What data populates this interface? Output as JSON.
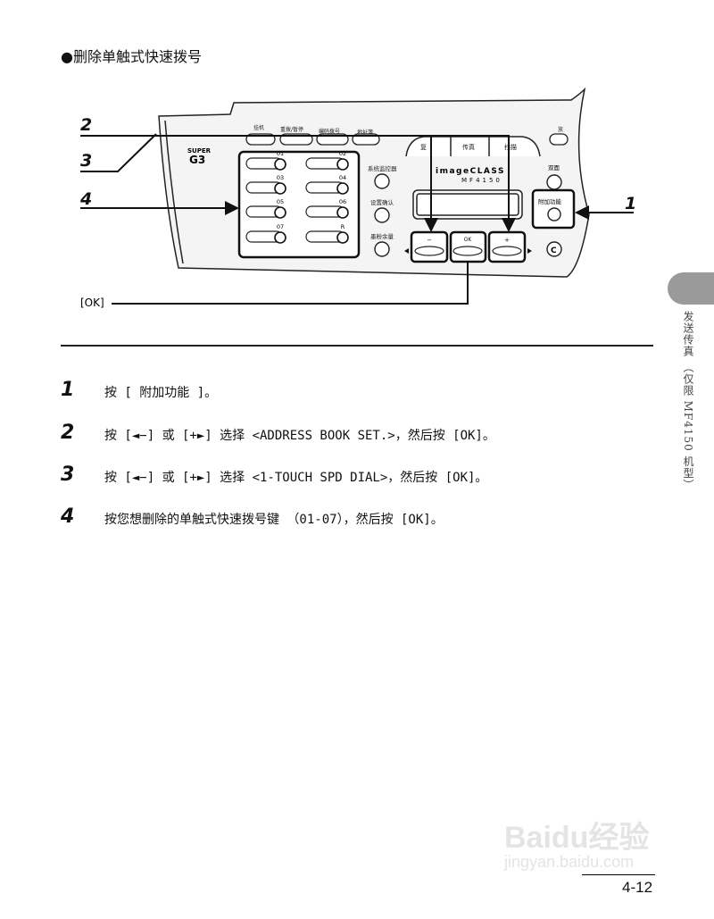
{
  "heading": "●删除单触式快速拨号",
  "diagram": {
    "callouts": {
      "c1": "1",
      "c2": "2",
      "c3": "3",
      "c4": "4",
      "ok": "[OK]"
    },
    "top_keys": [
      "挂机",
      "重拨/暂停",
      "编码拨号",
      "地址簿"
    ],
    "mode_tabs": [
      "复",
      "传真",
      "扫描"
    ],
    "zoom_label": "放",
    "logo_super": "SUPER",
    "logo_g3": "G3",
    "speed_dial": [
      "01",
      "02",
      "03",
      "04",
      "05",
      "06",
      "07",
      "R"
    ],
    "middle_keys": [
      "系统监控器",
      "设置确认",
      "墨粉余量"
    ],
    "brand": "imageCLASS",
    "model": "MF4150",
    "nav_keys": {
      "minus": "−",
      "ok": "OK",
      "plus": "+"
    },
    "duplex": "双面",
    "extra_func": "附加功能",
    "clear": "C"
  },
  "steps": [
    {
      "num": "1",
      "text": "按 [ 附加功能 ]。"
    },
    {
      "num": "2",
      "text": "按 [◄−] 或 [+►] 选择 <ADDRESS BOOK SET.>，然后按 [OK]。"
    },
    {
      "num": "3",
      "text": "按 [◄−] 或 [+►] 选择 <1-TOUCH SPD DIAL>，然后按 [OK]。"
    },
    {
      "num": "4",
      "text": "按您想删除的单触式快速拨号键 （01-07），然后按 [OK]。"
    }
  ],
  "side_tab_text": "发送传真 （仅限 MF4150 机型）",
  "page_number": "4-12",
  "watermark": {
    "brand": "Baidu经验",
    "url": "jingyan.baidu.com"
  }
}
